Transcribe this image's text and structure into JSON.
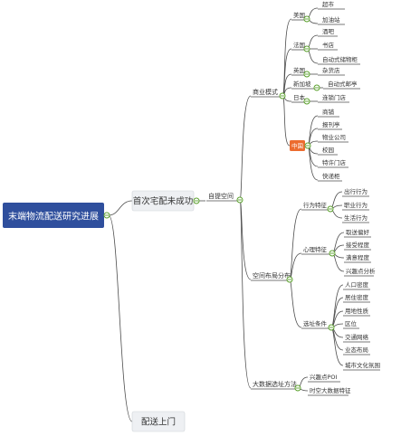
{
  "root": {
    "label": "末端物流配送研究进展"
  },
  "branches": [
    {
      "label": "首次宅配未成功"
    },
    {
      "label": "配送上门"
    }
  ],
  "self_pickup": {
    "label": "自提空间"
  },
  "l3": {
    "business_model": "商业模式",
    "spatial_layout": "空间布局分布",
    "big_data": "大数据选址方法"
  },
  "countries": {
    "us": "美国",
    "fr": "法国",
    "uk": "英国",
    "sg": "新加坡",
    "jp": "日本",
    "cn": "中国"
  },
  "facilities": {
    "us": [
      "超市",
      "加油站"
    ],
    "fr": [
      "酒吧",
      "书店",
      "自动式储物柜"
    ],
    "uk": [
      "杂货店"
    ],
    "sg": [
      "自动式邮亭"
    ],
    "jp": [
      "连锁门店"
    ],
    "cn": [
      "商铺",
      "报刊亭",
      "物业公司",
      "校园",
      "特许门店",
      "快递柜"
    ]
  },
  "features": {
    "behavior": "行为特征",
    "psychology": "心理特征",
    "location": "选址条件"
  },
  "behavior_items": [
    "出行行为",
    "职业行为",
    "生活行为"
  ],
  "psychology_items": [
    "取送偏好",
    "接受程度",
    "满意程度",
    "兴趣点分析"
  ],
  "location_items": [
    "人口密度",
    "居住密度",
    "用地性质",
    "区位",
    "交通网络",
    "业态布局",
    "城市文化氛围"
  ],
  "bigdata_items": [
    "兴趣点POI",
    "时空大数据特征"
  ],
  "colors": {
    "root_fill": "#2f4f9d",
    "highlight_fill": "#ec6c2f",
    "dot_stroke": "#5aa02c",
    "line": "#4d4d4d"
  }
}
